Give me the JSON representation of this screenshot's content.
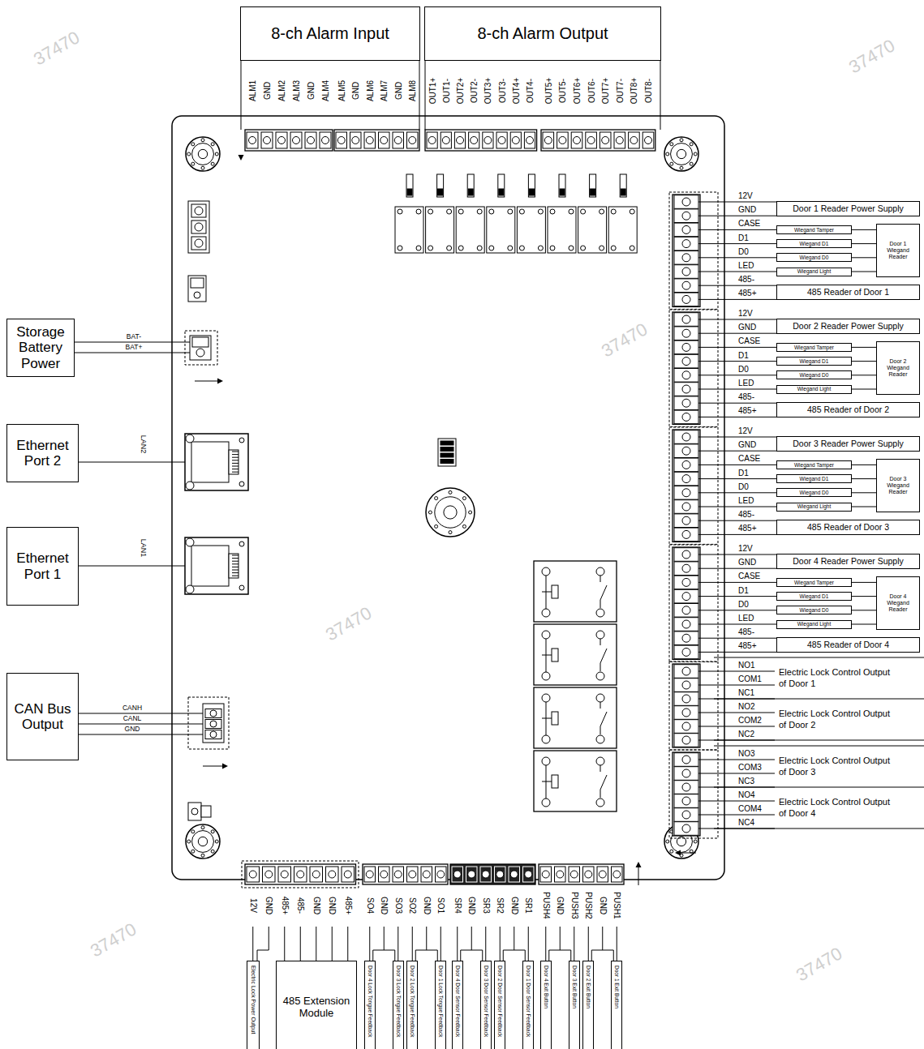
{
  "diagram": {
    "nodes": [
      {
        "text": [
          "8-ch Alarm Input"
        ]
      },
      {
        "text": [
          "8-ch Alarm Output"
        ]
      },
      {
        "text": [
          "Storage Battery Power"
        ]
      },
      {
        "text": [
          "Ethernet Port 2"
        ]
      },
      {
        "text": [
          "Ethernet Port 1"
        ]
      },
      {
        "text": [
          "CAN Bus Output"
        ]
      },
      {
        "text": [
          "Door 1 Reader Power Supply"
        ]
      },
      {
        "text": [
          "Wiegand Tamper"
        ]
      },
      {
        "text": [
          "Wiegand D1"
        ]
      },
      {
        "text": [
          "Wiegand D0"
        ]
      },
      {
        "text": [
          "Wiegand Light"
        ]
      },
      {
        "text": [
          "Door 1 Wiegand Reader"
        ]
      },
      {
        "text": [
          "485 Reader of Door 1"
        ]
      },
      {
        "text": [
          "Door 2 Reader Power Supply"
        ]
      },
      {
        "text": [
          "Wiegand Tamper"
        ]
      },
      {
        "text": [
          "Wiegand D1"
        ]
      },
      {
        "text": [
          "Wiegand D0"
        ]
      },
      {
        "text": [
          "Wiegand Light"
        ]
      },
      {
        "text": [
          "Door 2 Wiegand Reader"
        ]
      },
      {
        "text": [
          "485 Reader of Door 2"
        ]
      },
      {
        "text": [
          "Door 3 Reader Power Supply"
        ]
      },
      {
        "text": [
          "Wiegand Tamper"
        ]
      },
      {
        "text": [
          "Wiegand D1"
        ]
      },
      {
        "text": [
          "Wiegand D0"
        ]
      },
      {
        "text": [
          "Wiegand Light"
        ]
      },
      {
        "text": [
          "Door 3 Wiegand Reader"
        ]
      },
      {
        "text": [
          "485 Reader of Door 3"
        ]
      },
      {
        "text": [
          "Door 4 Reader Power Supply"
        ]
      },
      {
        "text": [
          "Wiegand Tamper"
        ]
      },
      {
        "text": [
          "Wiegand D1"
        ]
      },
      {
        "text": [
          "Wiegand D0"
        ]
      },
      {
        "text": [
          "Wiegand Light"
        ]
      },
      {
        "text": [
          "Door 4 Wiegand Reader"
        ]
      },
      {
        "text": [
          "485 Reader of Door 4"
        ]
      },
      {
        "text": [
          "Electric Lock Power Output"
        ]
      },
      {
        "text": [
          "485 Extension Module"
        ]
      },
      {
        "text": [
          "Door 4 Lock Tongue Feedback"
        ]
      },
      {
        "text": [
          "Door 3 Lock Tongue Feedback"
        ]
      },
      {
        "text": [
          "Door 2 Lock Tongue Feedback"
        ]
      },
      {
        "text": [
          "Door 1 Lock Tongue Feedback"
        ]
      },
      {
        "text": [
          "Door 4 Door Sensor Feedback"
        ]
      },
      {
        "text": [
          "Door 3 Door Sensor Feedback"
        ]
      },
      {
        "text": [
          "Door 2 Door Sensor Feedback"
        ]
      },
      {
        "text": [
          "Door 1 Door Sensor Feedback"
        ]
      },
      {
        "text": [
          "Door 4 Exit Button"
        ]
      },
      {
        "text": [
          "Door 3 Exit Button"
        ]
      },
      {
        "text": [
          "Door 2 Exit Button"
        ]
      },
      {
        "text": [
          "Door 1 Exit Button"
        ]
      }
    ],
    "edges": [
      {
        "from": 7,
        "to": 11,
        "arrow": "none"
      },
      {
        "from": 8,
        "to": 11,
        "arrow": "none"
      },
      {
        "from": 9,
        "to": 11,
        "arrow": "none"
      },
      {
        "from": 10,
        "to": 11,
        "arrow": "none"
      },
      {
        "from": 14,
        "to": 18,
        "arrow": "none"
      },
      {
        "from": 15,
        "to": 18,
        "arrow": "none"
      },
      {
        "from": 16,
        "to": 18,
        "arrow": "none"
      },
      {
        "from": 17,
        "to": 18,
        "arrow": "none"
      },
      {
        "from": 21,
        "to": 25,
        "arrow": "none"
      },
      {
        "from": 22,
        "to": 25,
        "arrow": "none"
      },
      {
        "from": 23,
        "to": 25,
        "arrow": "none"
      },
      {
        "from": 24,
        "to": 25,
        "arrow": "none"
      },
      {
        "from": 28,
        "to": 32,
        "arrow": "none"
      },
      {
        "from": 29,
        "to": 32,
        "arrow": "none"
      },
      {
        "from": 30,
        "to": 32,
        "arrow": "none"
      },
      {
        "from": 31,
        "to": 32,
        "arrow": "none"
      }
    ],
    "labels": [
      "ALM1",
      "GND",
      "ALM2",
      "ALM3",
      "GND",
      "ALM4",
      "ALM5",
      "GND",
      "ALM6",
      "ALM7",
      "GND",
      "ALM8",
      "OUT1+",
      "OUT1-",
      "OUT2+",
      "OUT2-",
      "OUT3+",
      "OUT3-",
      "OUT4+",
      "OUT4-",
      "OUT5+",
      "OUT5-",
      "OUT6+",
      "OUT6-",
      "OUT7+",
      "OUT7-",
      "OUT8+",
      "OUT8-",
      "BAT-",
      "BAT+",
      "LAN2",
      "LAN1",
      "CANH",
      "CANL",
      "GND",
      "12V",
      "GND",
      "CASE",
      "D1",
      "D0",
      "LED",
      "485-",
      "485+",
      "12V",
      "GND",
      "CASE",
      "D1",
      "D0",
      "LED",
      "485-",
      "485+",
      "12V",
      "GND",
      "CASE",
      "D1",
      "D0",
      "LED",
      "485-",
      "485+",
      "12V",
      "GND",
      "CASE",
      "D1",
      "D0",
      "LED",
      "485-",
      "485+",
      "NO1",
      "COM1",
      "NC1",
      "NO2",
      "COM2",
      "NC2",
      "NO3",
      "COM3",
      "NC3",
      "NO4",
      "COM4",
      "NC4",
      "Electric Lock Control Output of Door 1",
      "Electric Lock Control Output of Door 2",
      "Electric Lock Control Output of Door 3",
      "Electric Lock Control Output of Door 4",
      "12V",
      "GND",
      "485+",
      "485-",
      "GND",
      "GND",
      "485+",
      "SO4",
      "GND",
      "SO3",
      "SO2",
      "GND",
      "SO1",
      "SR4",
      "GND",
      "SR3",
      "SR2",
      "GND",
      "SR1",
      "PUSH4",
      "GND",
      "PUSH3",
      "PUSH2",
      "GND",
      "PUSH1",
      "37470",
      "37470",
      "37470",
      "37470",
      "37470",
      "37470"
    ]
  }
}
